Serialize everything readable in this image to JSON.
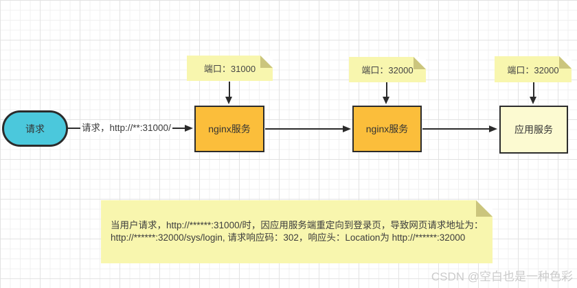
{
  "diagram": {
    "request_node": {
      "label": "请求"
    },
    "flow_label": "请求，http://**:31000/",
    "nodes": [
      {
        "label": "nginx服务"
      },
      {
        "label": "nginx服务"
      },
      {
        "label": "应用服务"
      }
    ],
    "port_notes": [
      {
        "text": "端口：31000"
      },
      {
        "text": "端口：32000"
      },
      {
        "text": "端口：32000"
      }
    ],
    "description_note": {
      "line1": "当用户请求，http://******:31000/时，因应用服务端重定向到登录页，导致网页请求地址为：",
      "line2": "http://******:32000/sys/login, 请求响应码：302，响应头：Location为 http://******:32000"
    }
  },
  "watermark": "CSDN @空白也是一种色彩",
  "colors": {
    "request_fill": "#4BC8DC",
    "nginx_fill": "#FBBE3B",
    "app_fill": "#FCFAD1",
    "note_fill": "#F8F6AE",
    "note_fold": "#CBC57D",
    "stroke": "#2B2B2B"
  }
}
